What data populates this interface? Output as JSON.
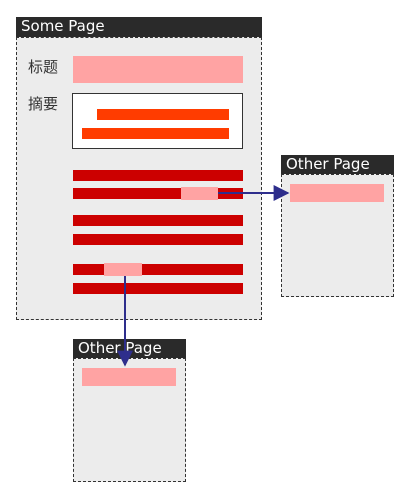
{
  "main_page": {
    "title": "Some Page",
    "title_label": "标题",
    "summary_label": "摘要"
  },
  "target_right": {
    "title": "Other Page"
  },
  "target_bottom": {
    "title": "Other Page"
  },
  "colors": {
    "page_background": "#ececec",
    "header_background": "#2a2a2a",
    "header_text": "#ffffff",
    "title_field": "#ffa3a3",
    "summary_lines": "#ff3c00",
    "content_lines": "#cc0000",
    "link_highlight": "#ffa3a3",
    "arrow": "#2e2e8c"
  }
}
